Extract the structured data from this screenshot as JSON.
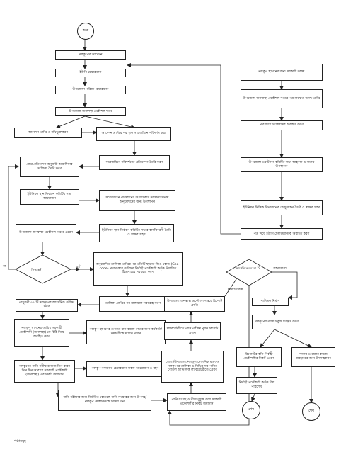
{
  "start": "শুরু",
  "end_left": "শেষ",
  "end_right": "শেষ",
  "footer": "পৃষ্ঠাসমূহ",
  "steps": {
    "s1": "নলকূপের আবেদন",
    "s2": "ইউপি চেয়ারম্যান",
    "s3": "উপজেলা পরিষদ চেয়ারম্যান",
    "s4": "উপজেলা জনস্বাস্থ্য প্রকৌশল দপ্তর",
    "s5": "আবেদন প্রাপ্তি ও নথিভুক্তকরণ",
    "s6": "আবেদন প্রাপ্তির পর স্থান সরেজমিনে পরিদর্শন করা",
    "s7": "সরেজমিনে পরিদর্শনের প্রতিবেদন তৈরি করণ",
    "s8": "প্রাপ্ত প্রতিবেদন অনুযায়ী অগ্রাধিকার তালিকা তৈরি করণ",
    "s9": "সরেজমিনে পরিদর্শনের অগ্রাধিকার তালিকা সভায় অনুমোদনের জন্য উপস্থাপন",
    "s10": "ইউনিয়ন স্থান নির্বাচন কমিটির সভা আয়োজন",
    "s11": "ইউনিয়ন স্থান নির্বাচন কমিটির সভার কার্যবিবরণী তৈরি ও স্বাক্ষর গ্রহণ",
    "s12": "উপজেলা জনস্বাস্থ্য প্রকৌশল দপ্তরে প্রেরণ",
    "s13": "অনুমোদিত তালিকা প্রাপ্তির পর প্রতিটি স্থানের জিও-কোড (Geo-code) প্রদান করে তালিকা নির্বাহী প্রকৌশলী কর্তৃক নির্ধারিত ঠিকাদারের সরবরাহ করণ",
    "s14": "তালিকা প্রাপ্তির পর মালামাল সরবরাহ করণ",
    "s15": "পাথুরতী ৫৫ টি নলকূপের আর্সেনিক পরীক্ষা করণ",
    "s16": "নলকূপ স্থাপনের তারিখ সরকারী প্রকৌশলী (জনস্বাস্থ্য) কে চিঠি দিয়ে অবহিত করণ",
    "s17": "নলকূপ স্থাপনের গুণগত মান বজায় রাখার জন্য কর্মকর্তা/কর্মচারীকে দায়িত্ব প্রদান",
    "s18": "নলকূপের পানি পরীক্ষার জন্য তিন বারন তিন দিন আবারে সরকারী প্রকৌশলী (জনস্বাস্থ্য) এর নিকট জমাদান",
    "s19": "নলকূপ বসানোর চেয়ারম্যান সকল আয়োজন ও বহন",
    "s20": "পানি পরীক্ষার জন্য নির্ধারিত বোতলে পানি সংগ্রহের জন্য উপসহ/নলকূপ মেকানিককে নির্দেশ দান",
    "s21": "পানি সংগ্রহ ও বীজাণুমুক্ত করে সরকারী প্রকৌশলীর নিকট জমাদান",
    "s22": "জেলা/উপজেলা/নলকূপ মেকানিক মারফত নলকূপের তালিকা ও বিভিন্ন সব পানির বোতল আঞ্চলিক ল্যাবরেটরীতে প্রেরণ",
    "s23": "ল্যাবরেটরীতে পানি পরীক্ষা পূর্বক রিপোর্ট প্রদান",
    "s24": "উপজেলা জনস্বাস্থ্য প্রকৌশল দপ্তরে রিপোর্ট প্রাপ্তি",
    "s25": "পাটাতন নির্মাণ",
    "s26": "নলকূপের গায়ে সবুজ চিহ্নিত করণ",
    "s27": "রিপোর্টের কপি নির্বাহী প্রকৌশলীর নিকট প্রেরণ",
    "s28": "নির্বাহী প্রকৌশলী কর্তৃক বিল পরিশোধ",
    "s29": "খাবার ও রান্নার কাজে ব্যবহারের জন্য উৎসাহকরণ",
    "r1": "নলকূপ স্থাপনের জন্য সরকারী বরাদ্দ",
    "r2": "উপজেলা জনস্বাস্থ্য প্রকৌশল দপ্তরে পত্র মারফত বরাদ্দ প্রাপ্তি",
    "r3": "পত্র দিয়ে সংশ্লিষ্টদের অবহিত করণ",
    "r4": "উপজেলা ওয়াটসান কমিটির সভা আহবান ও সভায় উপস্থাপন",
    "r5": "ইউনিয়ন ভিত্তিক বিভাজনের রেজুলেশন তৈরি ও স্বাক্ষর গ্রহণ",
    "r6": "পত্র দিয়ে ইউপি চেয়ারম্যানকে অবহিত করণ",
    "d1": "সিদ্ধান্ত?",
    "d2": "আর্সেনিকের মাত্রা ??",
    "e_no": "না",
    "e_yes": "হ্যাঁ",
    "e_over": "মাত্রাতিরিক্ত",
    "e_ok": "গ্রহণযোগ্য"
  }
}
